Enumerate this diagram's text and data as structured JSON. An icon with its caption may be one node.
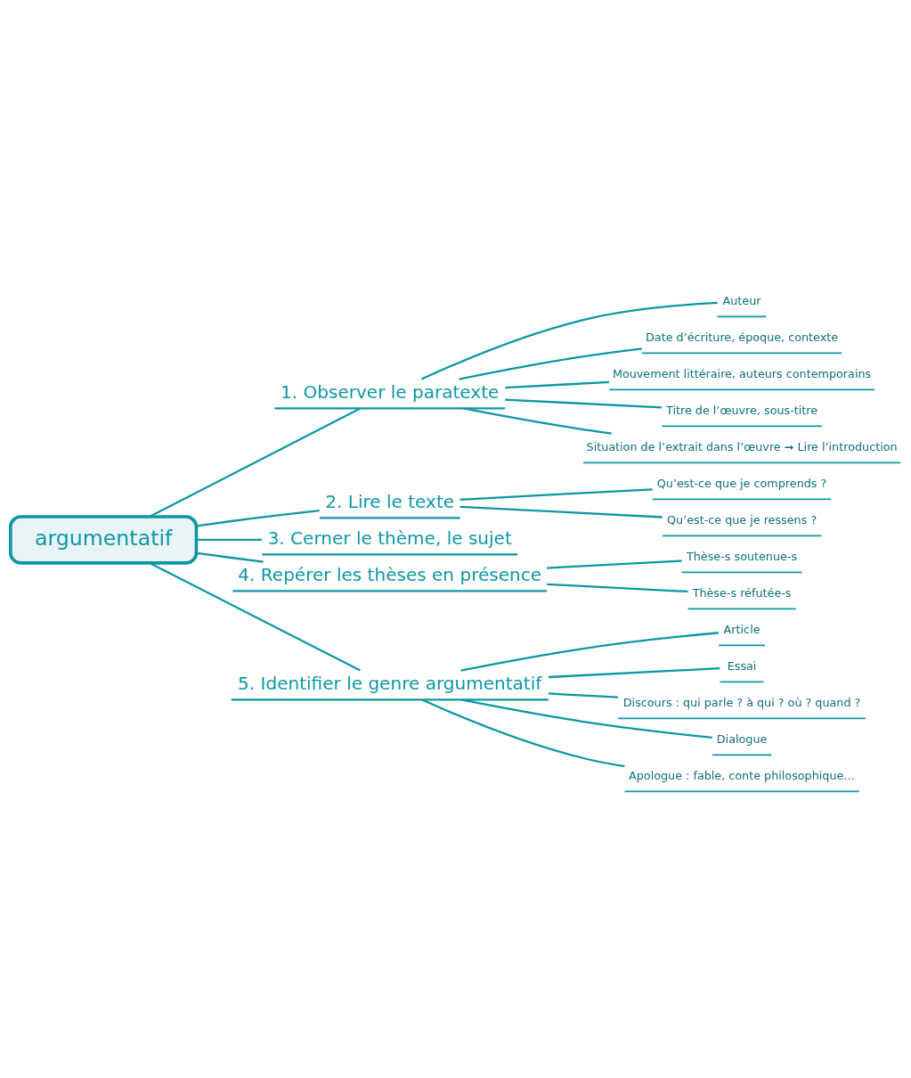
{
  "diagram": {
    "nodes": [
      {
        "text": [
          "argumentatif"
        ]
      },
      {
        "text": [
          "1. Observer le paratexte"
        ]
      },
      {
        "text": [
          "Auteur"
        ]
      },
      {
        "text": [
          "Date d’écriture, époque, contexte"
        ]
      },
      {
        "text": [
          "Mouvement littéraire, auteurs contemporains"
        ]
      },
      {
        "text": [
          "Titre de l’œuvre, sous-titre"
        ]
      },
      {
        "text": [
          "Situation de l’extrait dans l’œuvre ➞ Lire l’introduction"
        ]
      },
      {
        "text": [
          "2. Lire le texte"
        ]
      },
      {
        "text": [
          "Qu’est-ce que je comprends ?"
        ]
      },
      {
        "text": [
          "Qu’est-ce que je ressens ?"
        ]
      },
      {
        "text": [
          "3. Cerner le thème, le sujet"
        ]
      },
      {
        "text": [
          "4. Repérer les thèses en présence"
        ]
      },
      {
        "text": [
          "Thèse-s soutenue-s"
        ]
      },
      {
        "text": [
          "Thèse-s réfutée-s"
        ]
      },
      {
        "text": [
          "5. Identifier le genre argumentatif"
        ]
      },
      {
        "text": [
          "Article"
        ]
      },
      {
        "text": [
          "Essai"
        ]
      },
      {
        "text": [
          "Discours : qui parle ? à qui ? où ? quand ?"
        ]
      },
      {
        "text": [
          "Dialogue"
        ]
      },
      {
        "text": [
          "Apologue : fable, conte philosophique…"
        ]
      }
    ],
    "edges": [
      {
        "from": 0,
        "to": 1,
        "arrow": "none"
      },
      {
        "from": 1,
        "to": 2,
        "arrow": "none"
      },
      {
        "from": 1,
        "to": 3,
        "arrow": "none"
      },
      {
        "from": 1,
        "to": 4,
        "arrow": "none"
      },
      {
        "from": 1,
        "to": 5,
        "arrow": "none"
      },
      {
        "from": 1,
        "to": 6,
        "arrow": "none"
      },
      {
        "from": 0,
        "to": 7,
        "arrow": "none"
      },
      {
        "from": 7,
        "to": 8,
        "arrow": "none"
      },
      {
        "from": 7,
        "to": 9,
        "arrow": "none"
      },
      {
        "from": 0,
        "to": 10,
        "arrow": "none"
      },
      {
        "from": 0,
        "to": 11,
        "arrow": "none"
      },
      {
        "from": 11,
        "to": 12,
        "arrow": "none"
      },
      {
        "from": 11,
        "to": 13,
        "arrow": "none"
      },
      {
        "from": 0,
        "to": 14,
        "arrow": "none"
      },
      {
        "from": 14,
        "to": 15,
        "arrow": "none"
      },
      {
        "from": 14,
        "to": 16,
        "arrow": "none"
      },
      {
        "from": 14,
        "to": 17,
        "arrow": "none"
      },
      {
        "from": 14,
        "to": 18,
        "arrow": "none"
      },
      {
        "from": 14,
        "to": 19,
        "arrow": "none"
      }
    ]
  }
}
